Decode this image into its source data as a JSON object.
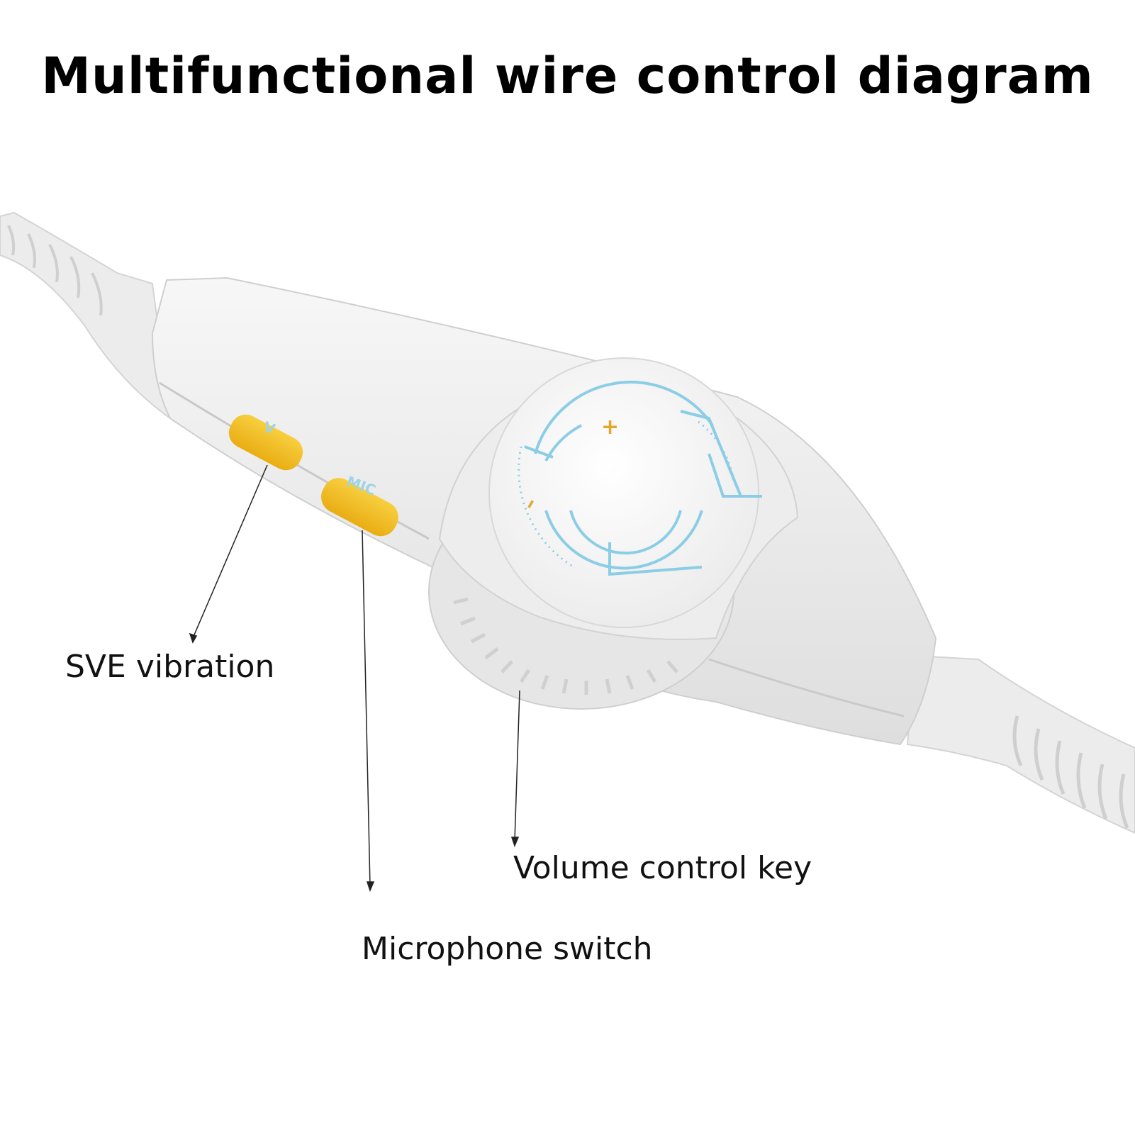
{
  "title": "Multifunctional wire control diagram",
  "device": {
    "button_label_sve": "V",
    "button_label_mic": "MIC",
    "dial_plus": "+",
    "dial_minus": "–"
  },
  "callouts": {
    "sve": "SVE vibration",
    "mic": "Microphone switch",
    "volume": "Volume control key"
  },
  "colors": {
    "body": "#f1f1f1",
    "button": "#f5c12a",
    "dial_lines": "#8ccde6",
    "dial_accent": "#e3a82b"
  }
}
